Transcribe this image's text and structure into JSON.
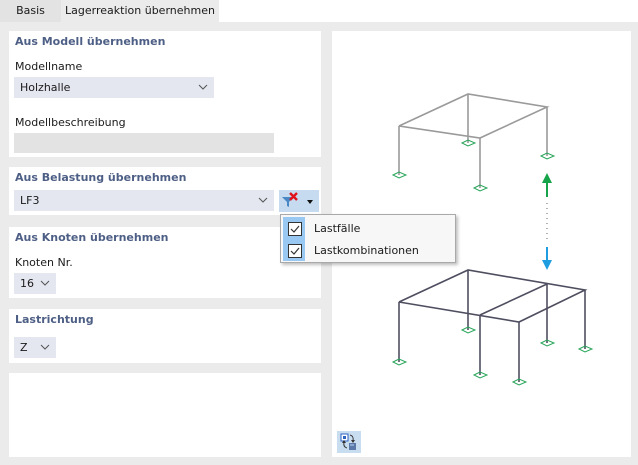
{
  "tabs": [
    {
      "label": "Basis",
      "active": false
    },
    {
      "label": "Lagerreaktion übernehmen",
      "active": true
    }
  ],
  "model_section": {
    "title": "Aus Modell übernehmen",
    "model_name_label": "Modellname",
    "model_name_value": "Holzhalle",
    "description_label": "Modellbeschreibung",
    "description_value": ""
  },
  "load_section": {
    "title": "Aus Belastung übernehmen",
    "value": "LF3",
    "filter_button": {
      "icon": "filter-remove-icon",
      "dropdown_icon": "caret-down-icon"
    },
    "popup_items": [
      {
        "label": "Lastfälle",
        "checked": true
      },
      {
        "label": "Lastkombinationen",
        "checked": true
      }
    ]
  },
  "node_section": {
    "title": "Aus Knoten übernehmen",
    "node_label": "Knoten Nr.",
    "node_value": "16"
  },
  "direction_section": {
    "title": "Lastrichtung",
    "value": "Z"
  },
  "preview": {
    "view_button_icon": "switch-view-icon",
    "colors": {
      "upper_frame": "#9a9a9a",
      "lower_frame": "#4e4e60",
      "support": "#27a55a",
      "arrow_up": "#16a34a",
      "arrow_down": "#1e9ee0"
    }
  },
  "colors": {
    "section_title": "#4e5f86",
    "select_bg": "#e4e6f0",
    "background": "#ebebeb",
    "popup_strip": "#99c9f2"
  }
}
